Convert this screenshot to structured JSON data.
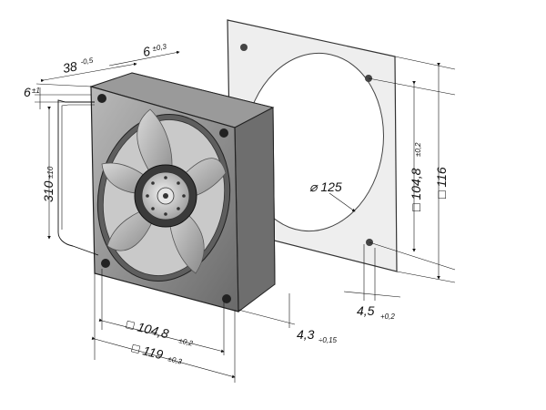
{
  "dimensions": {
    "depth": {
      "value": "38",
      "tol": "-0,5"
    },
    "flange_top": {
      "value": "6",
      "tol": "±0,3"
    },
    "flange_left": {
      "value": "6",
      "tol": "±1"
    },
    "cable_length": {
      "value": "310",
      "tol": "±10"
    },
    "hole_dia": {
      "value": "⌀ 125"
    },
    "right_hole_spacing": {
      "value": "□ 104,8",
      "tol": "±0,2"
    },
    "right_outer": {
      "value": "□ 116"
    },
    "hole_pitch_bottom": {
      "value": "4,5",
      "tol": "+0,2"
    },
    "hole_offset": {
      "value": "4,3",
      "tol": "÷0,15"
    },
    "front_hole_spacing": {
      "value": "□ 104,8",
      "tol": "±0,2"
    },
    "front_outer": {
      "value": "□ 119",
      "tol": "±0,3"
    }
  },
  "colors": {
    "fan_frame": "#8e8e8e",
    "fan_dark": "#3c3c3c",
    "blade": "#b5b5b5",
    "hub": "#d9d9d9",
    "gasket": "#ececec"
  }
}
